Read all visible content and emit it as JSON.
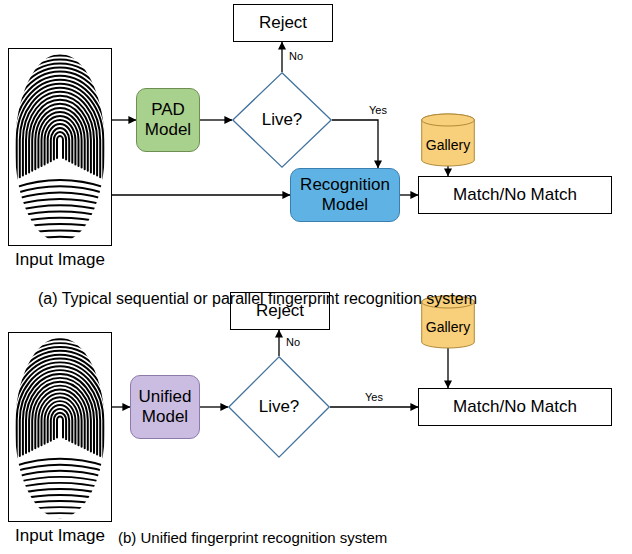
{
  "diagram": {
    "nodes": [
      {
        "text": [
          "Input Image"
        ]
      },
      {
        "text": [
          "PAD Model"
        ]
      },
      {
        "text": [
          "Reject"
        ]
      },
      {
        "text": [
          "Live?"
        ]
      },
      {
        "text": [
          "Gallery"
        ]
      },
      {
        "text": [
          "Recognition Model"
        ]
      },
      {
        "text": [
          "Match/No Match"
        ]
      },
      {
        "text": [
          "Input Image"
        ]
      },
      {
        "text": [
          "Unified Model"
        ]
      },
      {
        "text": [
          "Reject"
        ]
      },
      {
        "text": [
          "Live?"
        ]
      },
      {
        "text": [
          "Gallery"
        ]
      },
      {
        "text": [
          "Match/No Match"
        ]
      }
    ],
    "edges": [
      {
        "from": 0,
        "to": 1,
        "arrow": "to"
      },
      {
        "from": 1,
        "to": 3,
        "arrow": "to"
      },
      {
        "from": 3,
        "to": 2,
        "label": "No",
        "arrow": "to"
      },
      {
        "from": 3,
        "to": 5,
        "label": "Yes",
        "arrow": "to"
      },
      {
        "from": 0,
        "to": 5,
        "arrow": "to"
      },
      {
        "from": 5,
        "to": 6,
        "arrow": "to"
      },
      {
        "from": 4,
        "to": 6,
        "arrow": "to"
      },
      {
        "from": 7,
        "to": 8,
        "arrow": "to"
      },
      {
        "from": 8,
        "to": 10,
        "arrow": "to"
      },
      {
        "from": 10,
        "to": 9,
        "label": "No",
        "arrow": "to"
      },
      {
        "from": 10,
        "to": 12,
        "label": "Yes",
        "arrow": "to"
      },
      {
        "from": 11,
        "to": 12,
        "arrow": "to"
      }
    ],
    "labels": [
      "(a) Typical sequential or parallel fingerprint recognition system",
      "(b) Unified fingerprint recognition system"
    ]
  }
}
